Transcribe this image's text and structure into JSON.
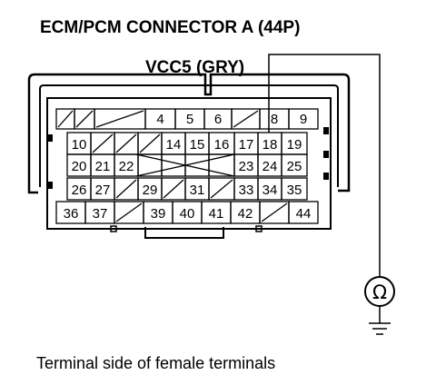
{
  "title": "ECM/PCM CONNECTOR A (44P)",
  "wire_label": "VCC5 (GRY)",
  "caption": "Terminal side of female terminals",
  "meter_symbol": "Ω",
  "probe_terminal": "18",
  "terminals": {
    "row1": [
      "",
      "",
      "",
      "4",
      "5",
      "6",
      "",
      "8",
      "9"
    ],
    "row2": [
      "10",
      "",
      "",
      "",
      "14",
      "15",
      "16",
      "17",
      "18",
      "19"
    ],
    "row3": [
      "20",
      "21",
      "22",
      "",
      "",
      "",
      "",
      "23",
      "24",
      "25"
    ],
    "row4": [
      "26",
      "27",
      "",
      "29",
      "",
      "31",
      "",
      "33",
      "34",
      "35"
    ],
    "row5": [
      "36",
      "37",
      "",
      "39",
      "40",
      "41",
      "42",
      "",
      "44"
    ]
  },
  "icons": {
    "ohmmeter": "ohmmeter-icon",
    "ground": "ground-icon"
  }
}
